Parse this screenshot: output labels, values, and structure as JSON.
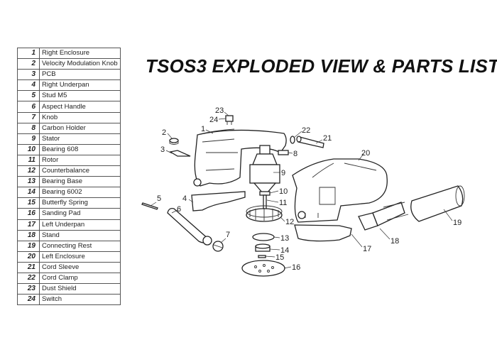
{
  "title": "TSOS3 EXPLODED VIEW & PARTS LIST",
  "parts": [
    {
      "num": "1",
      "name": "Right Enclosure"
    },
    {
      "num": "2",
      "name": "Velocity Modulation Knob"
    },
    {
      "num": "3",
      "name": "PCB"
    },
    {
      "num": "4",
      "name": "Right Underpan"
    },
    {
      "num": "5",
      "name": "Stud M5"
    },
    {
      "num": "6",
      "name": "Aspect Handle"
    },
    {
      "num": "7",
      "name": "Knob"
    },
    {
      "num": "8",
      "name": "Carbon Holder"
    },
    {
      "num": "9",
      "name": "Stator"
    },
    {
      "num": "10",
      "name": "Bearing 608"
    },
    {
      "num": "11",
      "name": "Rotor"
    },
    {
      "num": "12",
      "name": "Counterbalance"
    },
    {
      "num": "13",
      "name": "Bearing Base"
    },
    {
      "num": "14",
      "name": "Bearing 6002"
    },
    {
      "num": "15",
      "name": "Butterfly Spring"
    },
    {
      "num": "16",
      "name": "Sanding Pad"
    },
    {
      "num": "17",
      "name": "Left Underpan"
    },
    {
      "num": "18",
      "name": "Stand"
    },
    {
      "num": "19",
      "name": "Connecting Rest"
    },
    {
      "num": "20",
      "name": "Left Enclosure"
    },
    {
      "num": "21",
      "name": "Cord Sleeve"
    },
    {
      "num": "22",
      "name": "Cord Clamp"
    },
    {
      "num": "23",
      "name": "Dust Shield"
    },
    {
      "num": "24",
      "name": "Switch"
    }
  ],
  "callouts": [
    "23",
    "24",
    "1",
    "2",
    "3",
    "22",
    "21",
    "8",
    "20",
    "9",
    "10",
    "11",
    "5",
    "4",
    "6",
    "12",
    "19",
    "7",
    "13",
    "18",
    "17",
    "14",
    "15",
    "16"
  ]
}
